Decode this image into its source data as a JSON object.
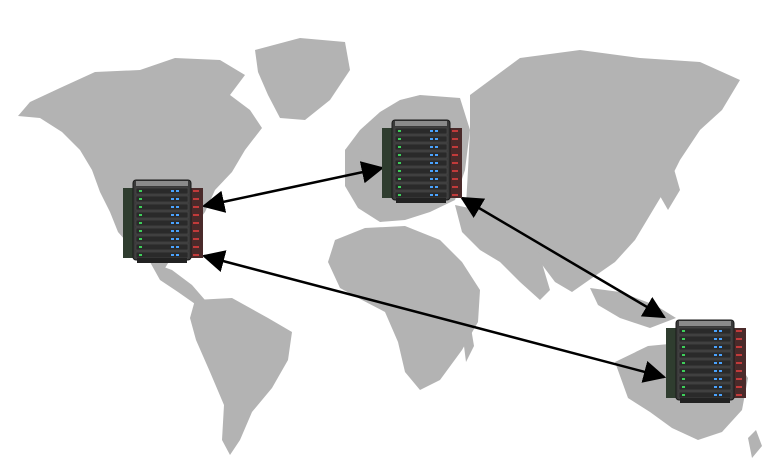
{
  "colors": {
    "background": "#ffffff",
    "land": "#b3b3b3",
    "arrow": "#000000",
    "rack_body": "#3a3a3a",
    "rack_unit": "#2a2a2a",
    "led_blue": "#4aa3ff",
    "led_green": "#3ecf5a",
    "led_red": "#c23a3a"
  },
  "nodes": [
    {
      "id": "server-north-america",
      "icon": "server-rack-icon"
    },
    {
      "id": "server-europe",
      "icon": "server-rack-icon"
    },
    {
      "id": "server-australia",
      "icon": "server-rack-icon"
    }
  ],
  "links": [
    {
      "from": "server-north-america",
      "to": "server-europe",
      "direction": "both"
    },
    {
      "from": "server-europe",
      "to": "server-australia",
      "direction": "both"
    },
    {
      "from": "server-north-america",
      "to": "server-australia",
      "direction": "both"
    }
  ]
}
